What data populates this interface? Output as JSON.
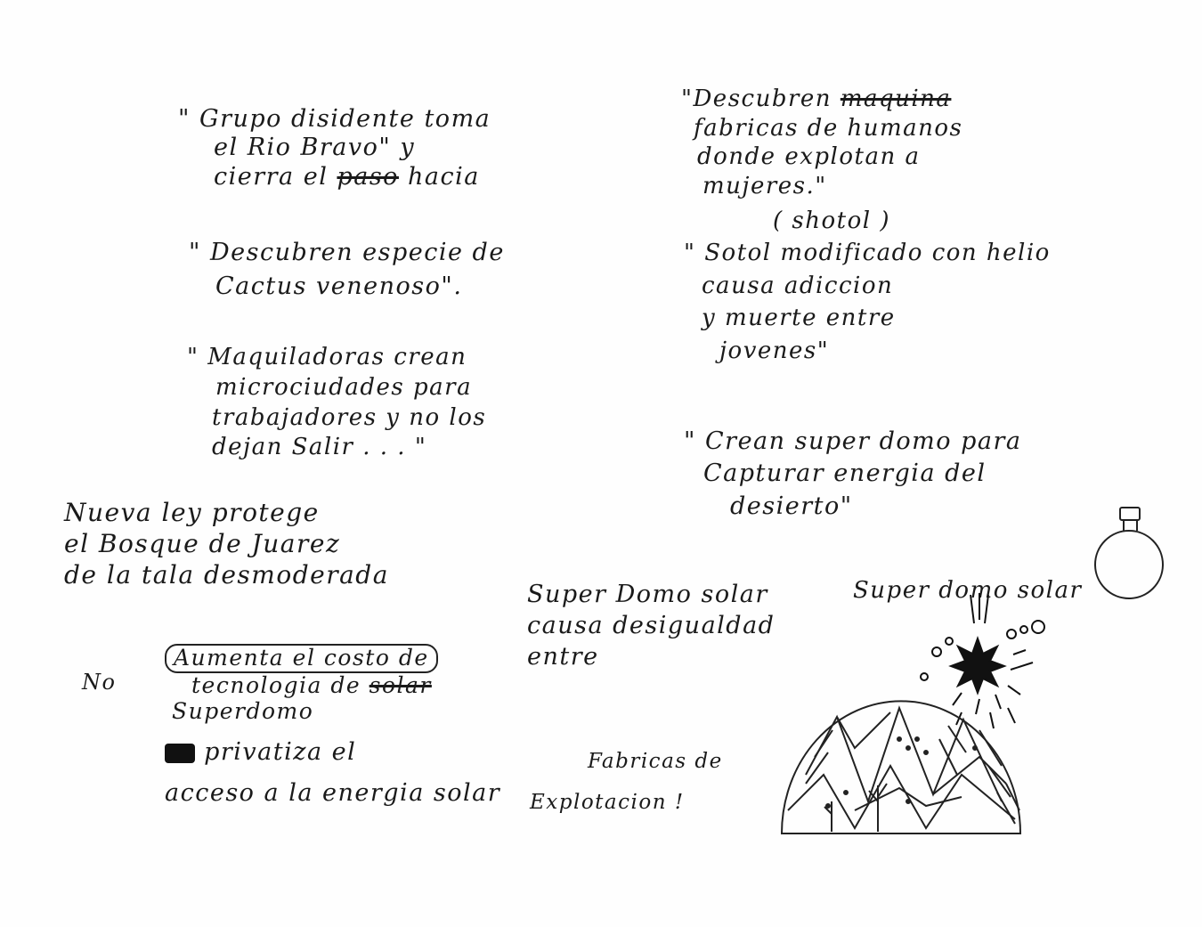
{
  "notes": {
    "rio_bravo": {
      "line1": "\" Grupo disidente toma",
      "line2": "el Rio Bravo\" y",
      "line3_a": "cierra el ",
      "line3_strike": "paso",
      "line3_b": " hacia"
    },
    "cactus": {
      "line1": "\" Descubren especie de",
      "line2": "Cactus venenoso\"."
    },
    "maquiladoras": {
      "line1": "\" Maquiladoras crean",
      "line2": "microciudades para",
      "line3": "trabajadores y no los",
      "line4": "dejan Salir . . . \""
    },
    "bosque": {
      "line1": "Nueva ley protege",
      "line2": "el Bosque de Juarez",
      "line3": "de la tala desmoderada"
    },
    "fabricas_humanos": {
      "line1_a": "\"Descubren ",
      "line1_strike": "maquina",
      "line2": "fabricas de humanos",
      "line3": "donde explotan a",
      "line4": "mujeres.\""
    },
    "sotol": {
      "line0": "( shotol )",
      "line1": "\" Sotol modificado con helio",
      "line2": "causa adiccion",
      "line3": "y muerte entre",
      "line4": "jovenes\""
    },
    "super_domo": {
      "line1": "\" Crean super domo para",
      "line2": "Capturar energia del",
      "line3": "desierto\""
    },
    "domo_desigualdad": {
      "line1": "Super Domo solar",
      "line2": "causa desigualdad",
      "line3": "entre"
    },
    "no_label": "No",
    "costo": {
      "line1": "Aumenta el costo de",
      "line2_a": "tecnologia de ",
      "line2_strike": "solar",
      "line3": "Superdomo"
    },
    "privatiza": {
      "line1": "privatiza el",
      "line2_a": "acceso a la ",
      "line2_b": "energia solar"
    },
    "fabricas_explotacion": {
      "line1": "Fabricas de",
      "line2": "Explotacion !"
    },
    "dome_caption": "Super domo solar"
  },
  "colors": {
    "ink": "#1a1a1a",
    "paper": "#fefefe"
  }
}
